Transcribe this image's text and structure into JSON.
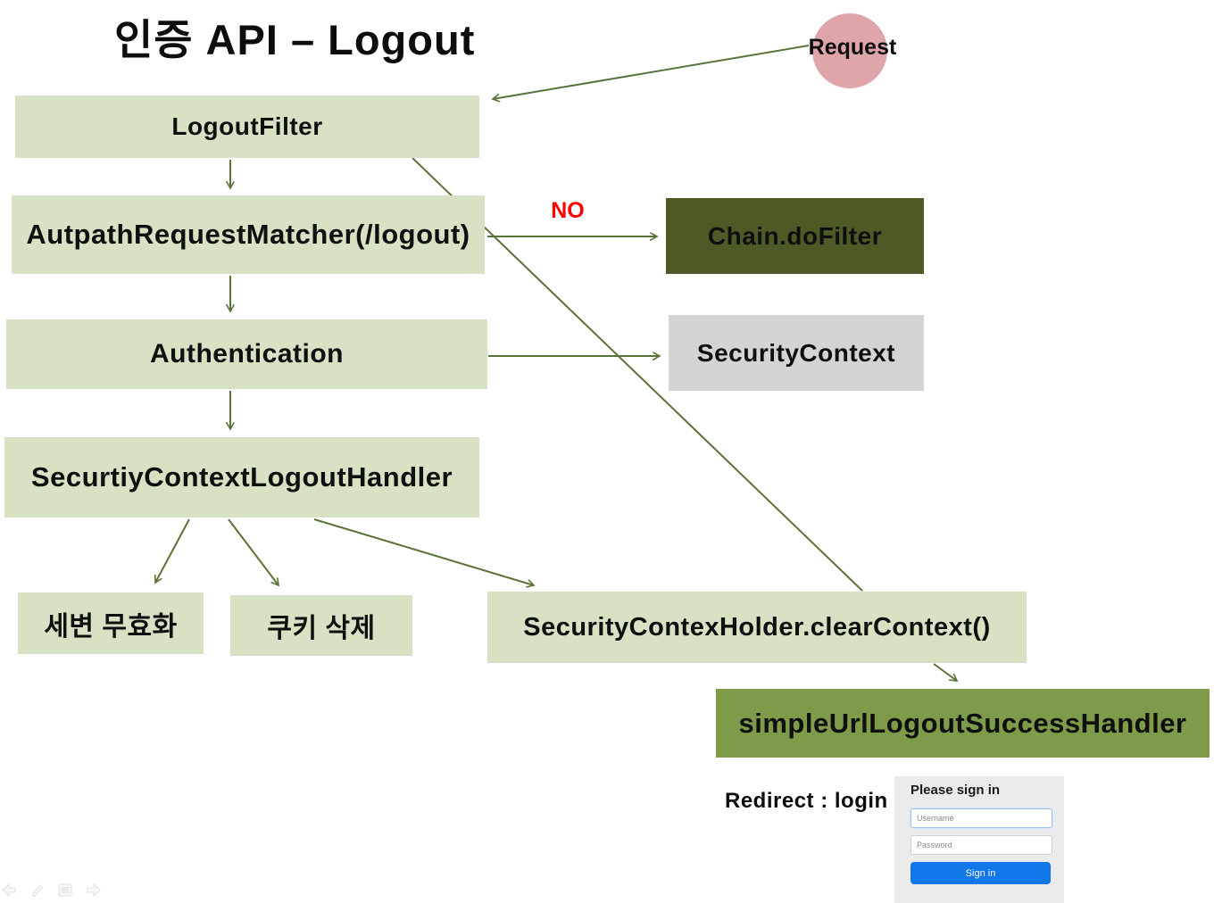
{
  "title": "인증 API – Logout",
  "request_label": "Request",
  "no_label": "NO",
  "redirect_label": "Redirect : login",
  "nodes": {
    "logout_filter": "LogoutFilter",
    "matcher": "AutpathRequestMatcher(/logout)",
    "chain_do_filter": "Chain.doFilter",
    "authentication": "Authentication",
    "security_context": "SecurityContext",
    "logout_handler": "SecurtiyContextLogoutHandler",
    "session_invalidate": "세변 무효화",
    "cookie_delete": "쿠키 삭제",
    "clear_context": "SecurityContexHolder.clearContext()",
    "success_handler": "simpleUrlLogoutSuccessHandler"
  },
  "login_form": {
    "heading": "Please sign in",
    "username_placeholder": "Username",
    "password_placeholder": "Password",
    "submit_label": "Sign in"
  },
  "icons": [
    "back-arrow-icon",
    "pen-icon",
    "slide-menu-icon",
    "forward-arrow-icon"
  ],
  "colors": {
    "box_light_green": "#d6e2c3",
    "box_dark_olive": "#4d5a26",
    "box_medium_green": "#7d9b49",
    "box_gray": "#d4d4d4",
    "request_pink": "#dfa6aa",
    "arrow_green": "#5b7239",
    "no_red": "#ff0000",
    "signin_blue": "#1277e8",
    "panel_gray": "#ebebeb"
  }
}
